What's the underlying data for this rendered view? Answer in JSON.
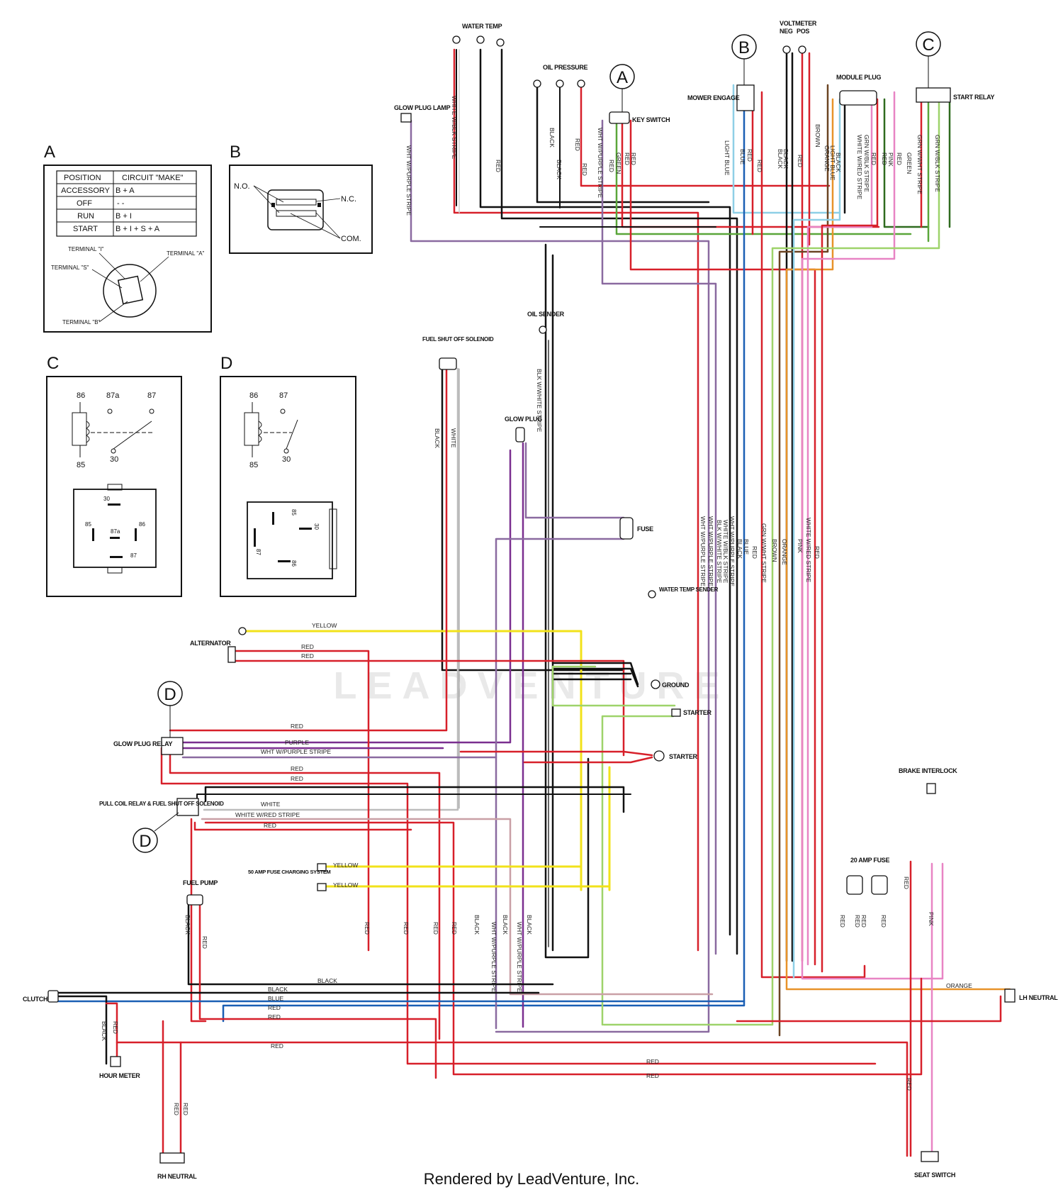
{
  "components": {
    "water_temp": "WATER TEMP",
    "oil_pressure": "OIL PRESSURE",
    "glow_plug_lamp": "GLOW PLUG LAMP",
    "key_switch": "KEY SWITCH",
    "voltmeter": "VOLTMETER",
    "voltmeter_neg": "NEG",
    "voltmeter_pos": "POS",
    "mower_engage": "MOWER ENGAGE",
    "module_plug": "MODULE PLUG",
    "start_relay": "START RELAY",
    "oil_sender": "OIL SENDER",
    "fuel_shutoff_solenoid": "FUEL SHUT OFF SOLENOID",
    "glow_plug": "GLOW PLUG",
    "fuse": "FUSE",
    "water_temp_sender": "WATER TEMP SENDER",
    "alternator": "ALTERNATOR",
    "ground": "GROUND",
    "starter_small": "STARTER",
    "starter": "STARTER",
    "glow_plug_relay": "GLOW PLUG RELAY",
    "pull_coil_relay": "PULL COIL RELAY & FUEL SHUT OFF SOLENOID",
    "fuse_50a": "50 AMP FUSE CHARGING SYSTEM",
    "fuel_pump": "FUEL PUMP",
    "brake_interlock": "BRAKE INTERLOCK",
    "fuse_20a": "20 AMP FUSE",
    "clutch": "CLUTCH",
    "hour_meter": "HOUR METER",
    "lh_neutral": "LH NEUTRAL",
    "rh_neutral": "RH NEUTRAL",
    "seat_switch": "SEAT SWITCH"
  },
  "callouts": {
    "a": "A",
    "b": "B",
    "c": "C",
    "d": "D"
  },
  "inset_a": {
    "title": "A",
    "header_position": "POSITION",
    "header_circuit": "CIRCUIT \"MAKE\"",
    "rows": [
      {
        "position": "ACCESSORY",
        "circuit": "B + A"
      },
      {
        "position": "OFF",
        "circuit": "- -"
      },
      {
        "position": "RUN",
        "circuit": "B + I"
      },
      {
        "position": "START",
        "circuit": "B + I + S + A"
      }
    ],
    "terminal_i": "TERMINAL \"I\"",
    "terminal_a": "TERMINAL \"A\"",
    "terminal_s": "TERMINAL \"S\"",
    "terminal_b": "TERMINAL \"B\""
  },
  "inset_b": {
    "title": "B",
    "no": "N.O.",
    "nc": "N.C.",
    "com": "COM."
  },
  "inset_c": {
    "title": "C",
    "t86": "86",
    "t87a": "87a",
    "t87": "87",
    "t85": "85",
    "t30": "30",
    "pin30": "30",
    "pin85": "85",
    "pin87a": "87a",
    "pin86": "86",
    "pin87": "87"
  },
  "inset_d": {
    "title": "D",
    "t86": "86",
    "t87": "87",
    "t85": "85",
    "t30": "30",
    "pin85": "85",
    "pin30": "30",
    "pin87": "87",
    "pin86": "86"
  },
  "wire_labels": {
    "white_wblk_stripe": "WHITE W/BLK STRIPE",
    "wht_wpurple_stripe": "WHT W/PURPLE STRIPE",
    "red": "RED",
    "black": "BLACK",
    "green": "GREEN",
    "light_blue": "LIGHT BLUE",
    "blue": "BLUE",
    "brown": "BROWN",
    "orange": "ORANGE",
    "pink": "PINK",
    "grn_wblk_stripe": "GRN W/BLK STRIPE",
    "white_wred_stripe": "WHITE W/RED STRIPE",
    "grn_wwht_stripe": "GRN W/WHT STRIPE",
    "blk_wwhite_stripe": "BLK W/WHITE STRIPE",
    "white": "WHITE",
    "yellow": "YELLOW",
    "purple": "PURPLE",
    "white_wred_stripe_h": "WHITE W/RED STRIPE"
  },
  "watermark": "LEADVENTURE",
  "footer": "Rendered by LeadVenture, Inc.",
  "colors": {
    "red": "#d7202a",
    "black": "#111111",
    "green": "#5aa63a",
    "light_green": "#9ed36a",
    "dark_green": "#2f6b1f",
    "blue": "#1a5fb4",
    "light_blue": "#8ecfe6",
    "brown": "#6b4423",
    "orange": "#e8932a",
    "pink": "#e884c4",
    "purple": "#7a2f8f",
    "yellow": "#f2e21a",
    "grey": "#8a8a8a"
  }
}
